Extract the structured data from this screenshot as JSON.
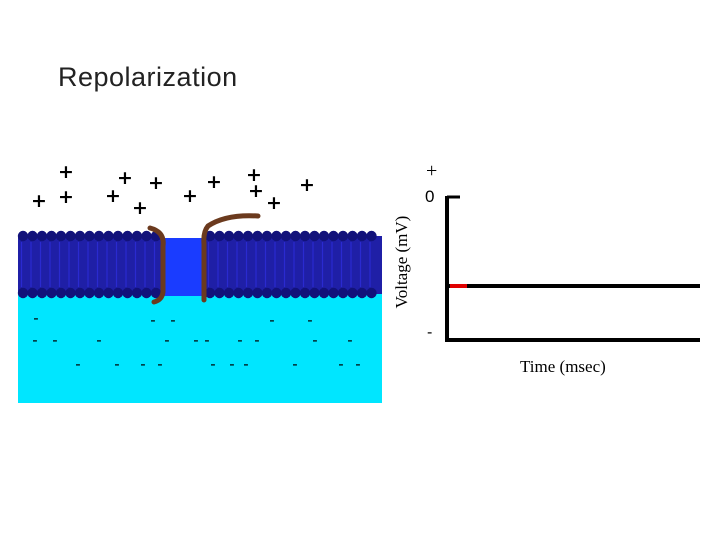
{
  "slide": {
    "title": "Repolarization"
  },
  "graph": {
    "ylabel": "Voltage (mV)",
    "xlabel": "Time (msec)",
    "tick_plus": "+",
    "tick_zero": "0",
    "tick_minus": "-",
    "trace_color": "#e00000"
  },
  "membrane": {
    "outside_charge": "+",
    "inside_charge": "-",
    "colors": {
      "lipid": "#1f1fa6",
      "channel": "#1a3cff",
      "cytoplasm": "#00e6ff",
      "channel_gate": "#6b3a1e"
    }
  }
}
